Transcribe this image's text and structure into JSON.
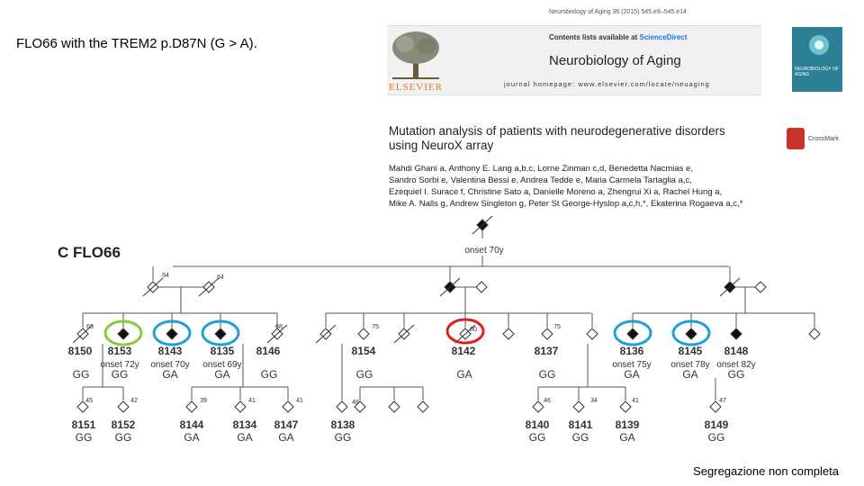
{
  "slide": {
    "title": "FLO66 with the TREM2 p.D87N (G > A).",
    "caption": "Segregazione non completa"
  },
  "journal": {
    "citation": "Neurobiology of Aging 36 (2015) 545.e9–545.e14",
    "contents_prefix": "Contents lists available at ",
    "contents_link": "ScienceDirect",
    "name": "Neurobiology of Aging",
    "homepage": "journal homepage: www.elsevier.com/locate/neuaging",
    "publisher": "ELSEVIER",
    "cover_text": "NEUROBIOLOGY OF AGING",
    "crossmark": "CrossMark",
    "link_color": "#1a73e8",
    "publisher_color": "#e87722"
  },
  "article": {
    "title_line1": "Mutation analysis of patients with neurodegenerative disorders",
    "title_line2": "using NeuroX array",
    "authors_line1": "Mahdi Ghani a, Anthony E. Lang a,b,c, Lorne Zinman c,d, Benedetta Nacmias e,",
    "authors_line2": "Sandro Sorbi e, Valentina Bessi e, Andrea Tedde e, Maria Carmela Tartaglia a,c,",
    "authors_line3": "Ezequiel I. Surace f, Christine Sato a, Danielle Moreno a, Zhengrui Xi a, Rachel Hung a,",
    "authors_line4": "Mike A. Nalls g, Andrew Singleton g, Peter St George-Hyslop a,c,h,*, Ekaterina Rogaeva a,c,*"
  },
  "figure": {
    "panel": "C",
    "family": "FLO66",
    "founder_onset": "onset 70y",
    "gen1_ages": [
      "94",
      "64"
    ],
    "gen2_ages": [
      "68",
      "68",
      "75",
      "80",
      "75"
    ],
    "gen3_ages": [
      "45",
      "42",
      "39",
      "41",
      "41",
      "48",
      "46",
      "34",
      "41",
      "47"
    ],
    "gen2": [
      {
        "id": "8150",
        "onset": "",
        "genotype": "GG"
      },
      {
        "id": "8153",
        "onset": "onset 72y",
        "genotype": "GG"
      },
      {
        "id": "8143",
        "onset": "onset 70y",
        "genotype": "GA"
      },
      {
        "id": "8135",
        "onset": "onset 69y",
        "genotype": "GA"
      },
      {
        "id": "8146",
        "onset": "",
        "genotype": "GG"
      },
      {
        "id": "8154",
        "onset": "",
        "genotype": "GG"
      },
      {
        "id": "8142",
        "onset": "",
        "genotype": "GA"
      },
      {
        "id": "8137",
        "onset": "",
        "genotype": "GG"
      },
      {
        "id": "8136",
        "onset": "onset 75y",
        "genotype": "GA"
      },
      {
        "id": "8145",
        "onset": "onset 78y",
        "genotype": "GA"
      },
      {
        "id": "8148",
        "onset": "onset 82y",
        "genotype": "GG"
      }
    ],
    "gen3": [
      {
        "id": "8151",
        "genotype": "GG"
      },
      {
        "id": "8152",
        "genotype": "GG"
      },
      {
        "id": "8144",
        "genotype": "GA"
      },
      {
        "id": "8134",
        "genotype": "GA"
      },
      {
        "id": "8147",
        "genotype": "GA"
      },
      {
        "id": "8138",
        "genotype": "GG"
      },
      {
        "id": "8140",
        "genotype": "GG"
      },
      {
        "id": "8141",
        "genotype": "GG"
      },
      {
        "id": "8139",
        "genotype": "GA"
      },
      {
        "id": "8149",
        "genotype": "GG"
      }
    ],
    "highlight_colors": {
      "green": "#8dc63f",
      "blue": "#1ea0d8",
      "red": "#e02020"
    }
  }
}
